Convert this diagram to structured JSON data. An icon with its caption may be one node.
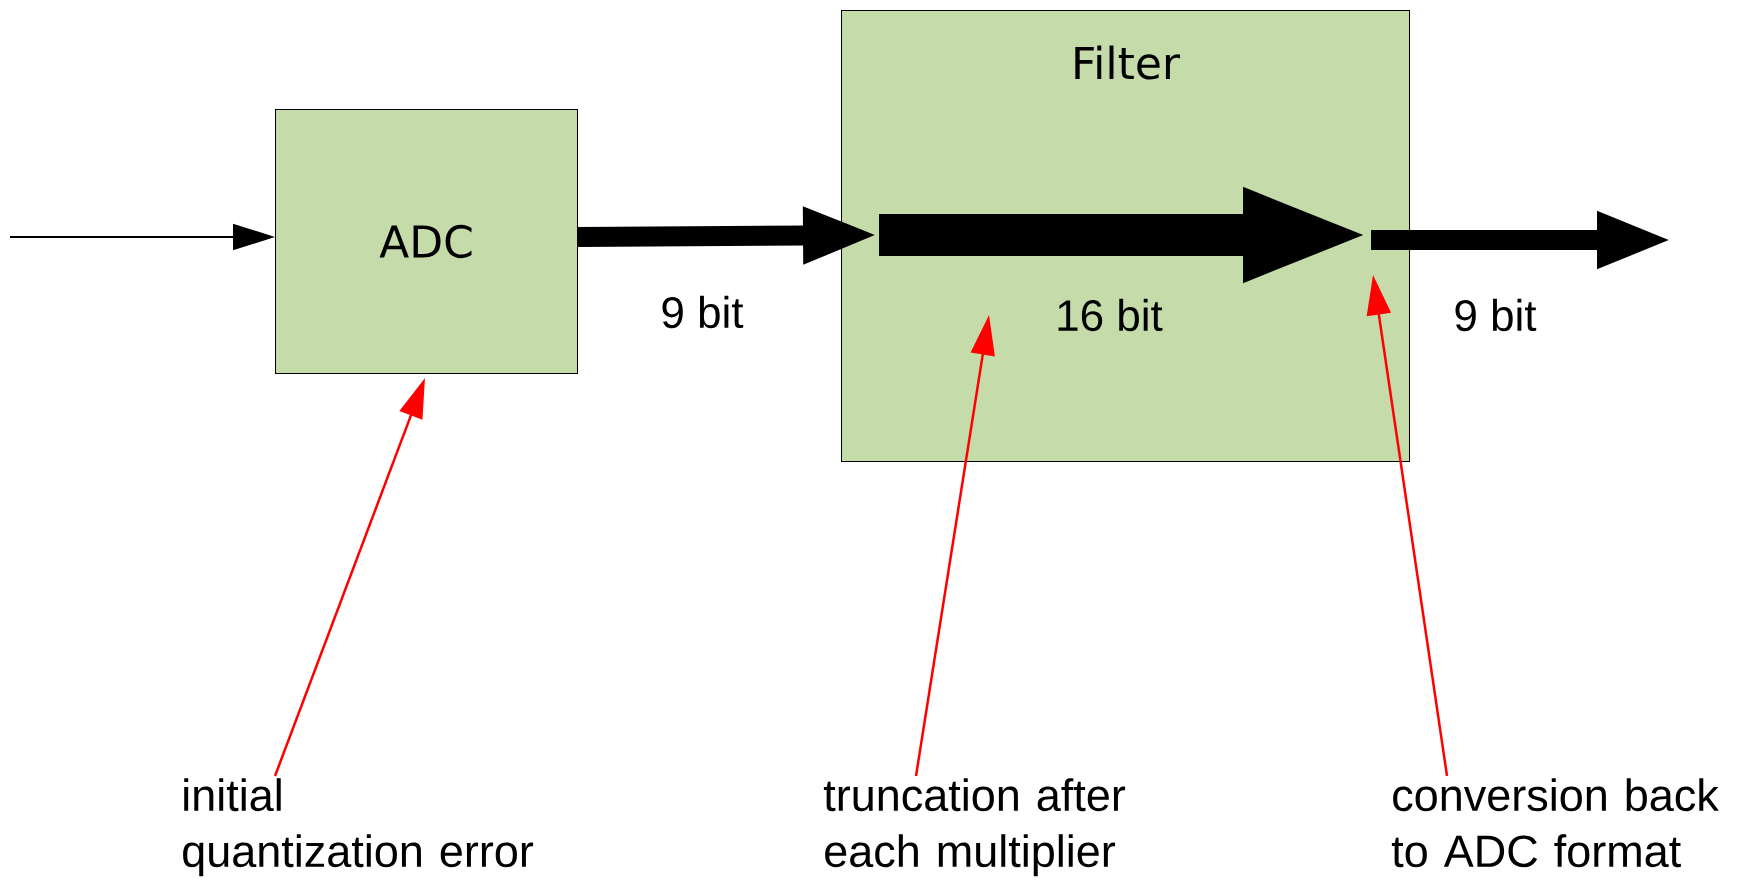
{
  "diagram": {
    "nodes": [
      {
        "text": [
          "ADC"
        ]
      },
      {
        "text": [
          "Filter"
        ]
      },
      {
        "text": [
          "initial quantization error"
        ]
      },
      {
        "text": [
          "truncation after each multiplier"
        ]
      },
      {
        "text": [
          "conversion back to ADC format"
        ]
      }
    ],
    "edges": [
      {
        "from": null,
        "to": 0,
        "arrow": "to"
      },
      {
        "from": 0,
        "to": 1,
        "arrow": "to",
        "label": "9 bit",
        "style": "thick"
      },
      {
        "from": 1,
        "to": null,
        "arrow": "to",
        "label": "9 bit",
        "style": "thick"
      },
      {
        "from": 2,
        "to": 0,
        "arrow": "to",
        "color": "#ff0000"
      },
      {
        "from": 3,
        "to": 1,
        "arrow": "to",
        "color": "#ff0000"
      },
      {
        "from": 4,
        "to": 1,
        "arrow": "to",
        "color": "#ff0000"
      }
    ],
    "labels": [
      "16 bit"
    ]
  }
}
